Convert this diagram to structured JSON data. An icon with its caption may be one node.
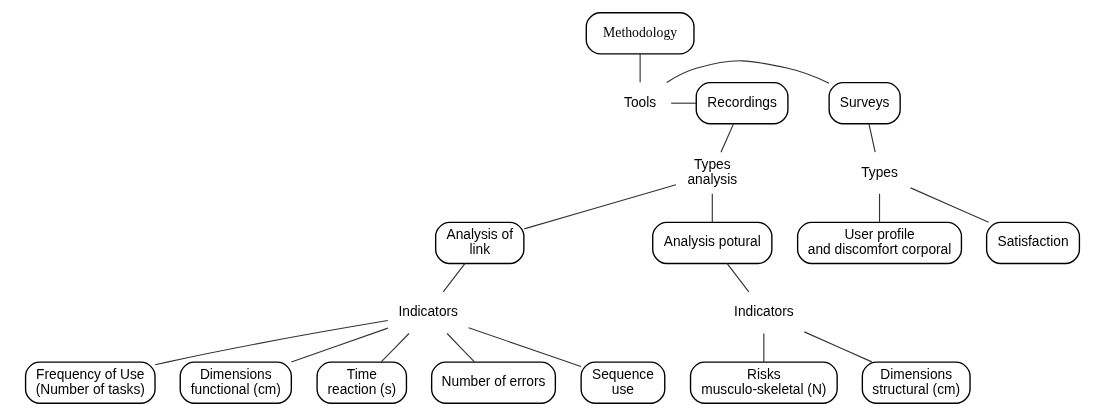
{
  "diagram": {
    "nodes": [
      {
        "text": [
          "Methodology"
        ]
      },
      {
        "text": [
          "Tools"
        ]
      },
      {
        "text": [
          "Surveys"
        ]
      },
      {
        "text": [
          "Recordings"
        ]
      },
      {
        "text": [
          "Types"
        ]
      },
      {
        "text": [
          "User profile and discomfort corporal"
        ]
      },
      {
        "text": [
          "Satisfaction"
        ]
      },
      {
        "text": [
          "Types analysis"
        ]
      },
      {
        "text": [
          "Analysis of link"
        ]
      },
      {
        "text": [
          "Analysis potural"
        ]
      },
      {
        "text": [
          "Indicators"
        ]
      },
      {
        "text": [
          "Number of errors"
        ]
      },
      {
        "text": [
          "Sequence use"
        ]
      },
      {
        "text": [
          "Frequency of Use (Number of tasks)"
        ]
      },
      {
        "text": [
          "Dimensions functional (cm)"
        ]
      },
      {
        "text": [
          "Time reaction (s)"
        ]
      },
      {
        "text": [
          "Indicators"
        ]
      },
      {
        "text": [
          "Dimensions structural (cm)"
        ]
      },
      {
        "text": [
          "Risks musculo-skeletal (N)"
        ]
      }
    ],
    "edges": [
      {
        "from": 0,
        "to": 1,
        "arrow": "none"
      },
      {
        "from": 1,
        "to": 2,
        "arrow": "none"
      },
      {
        "from": 1,
        "to": 3,
        "arrow": "none"
      },
      {
        "from": 2,
        "to": 4,
        "arrow": "none"
      },
      {
        "from": 4,
        "to": 5,
        "arrow": "none"
      },
      {
        "from": 4,
        "to": 6,
        "arrow": "none"
      },
      {
        "from": 3,
        "to": 7,
        "arrow": "none"
      },
      {
        "from": 7,
        "to": 8,
        "arrow": "none"
      },
      {
        "from": 7,
        "to": 9,
        "arrow": "none"
      },
      {
        "from": 8,
        "to": 10,
        "arrow": "none"
      },
      {
        "from": 10,
        "to": 11,
        "arrow": "none"
      },
      {
        "from": 10,
        "to": 12,
        "arrow": "none"
      },
      {
        "from": 10,
        "to": 13,
        "arrow": "none"
      },
      {
        "from": 10,
        "to": 14,
        "arrow": "none"
      },
      {
        "from": 10,
        "to": 15,
        "arrow": "none"
      },
      {
        "from": 9,
        "to": 16,
        "arrow": "none"
      },
      {
        "from": 16,
        "to": 17,
        "arrow": "none"
      },
      {
        "from": 16,
        "to": 18,
        "arrow": "none"
      }
    ]
  }
}
